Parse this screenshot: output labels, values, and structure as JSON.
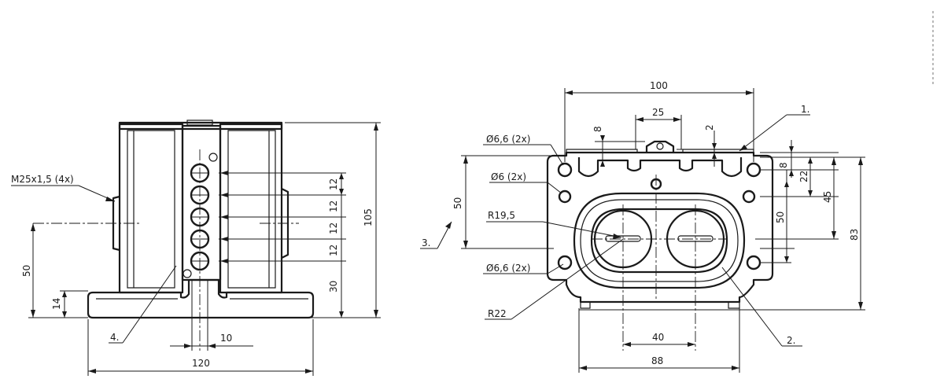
{
  "left_view": {
    "thread_label": "M25x1,5 (4x)",
    "dims": {
      "overall_width": "120",
      "overall_height": "105",
      "conduit_height": "50",
      "base_height": "14",
      "terminal_pitch_1": "12",
      "terminal_pitch_2": "12",
      "terminal_pitch_3": "12",
      "terminal_pitch_4": "12",
      "bottom_offset": "30",
      "hole_dia": "10"
    },
    "callout": "4."
  },
  "right_view": {
    "dims": {
      "top_width": "100",
      "cam_width": "25",
      "plunger_depth_1": "8",
      "plunger_depth_2": "2",
      "mount_top": "8",
      "mount_spacing_22": "22",
      "mount_spacing_45": "45",
      "mount_spacing_50_right": "50",
      "overall_height": "83",
      "left_vertical_50": "50",
      "bottom_spacing": "40",
      "bottom_width": "88"
    },
    "labels": {
      "hole_top": "Ø6,6 (2x)",
      "hole_mid": "Ø6 (2x)",
      "radius_inner": "R19,5",
      "hole_bottom": "Ø6,6 (2x)",
      "radius_outer": "R22"
    },
    "callouts": {
      "c1": "1.",
      "c2": "2.",
      "c3": "3."
    }
  }
}
